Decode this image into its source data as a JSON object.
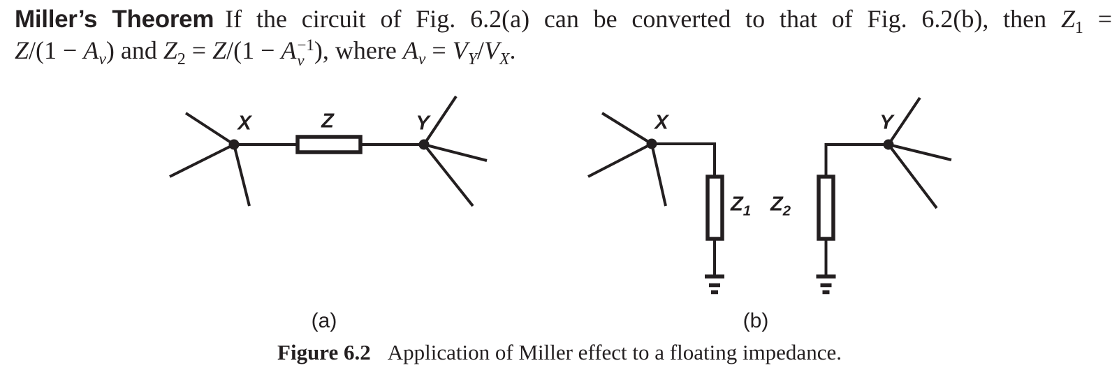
{
  "colors": {
    "ink": "#231f20",
    "background": "#ffffff"
  },
  "theorem": {
    "title": "Miller’s Theorem",
    "line1_body": "If the circuit of Fig. 6.2(a) can be converted to that of Fig. 6.2(b), then",
    "line1_z": "Z",
    "line1_z_sub": "1",
    "line1_eq": "=",
    "line2": {
      "z_a": "Z",
      "expr_a": "/(1 − ",
      "A_a": "A",
      "Asub_a": "v",
      "close_a": ") and ",
      "z2": "Z",
      "z2_sub": "2",
      "eq_a": " = ",
      "z_b": "Z",
      "expr_b": "/(1 − ",
      "A_b": "A",
      "sup_b": "−1",
      "sub_b": "v",
      "close_b": "), where ",
      "A_c": "A",
      "Asub_c": "v",
      "eq_b": " = ",
      "V_y": "V",
      "V_y_sub": "Y",
      "slash": "/",
      "V_x": "V",
      "V_x_sub": "X",
      "period": "."
    }
  },
  "figure": {
    "diagram_a": {
      "node_x": "X",
      "impedance": "Z",
      "node_y": "Y",
      "sublabel": "(a)"
    },
    "diagram_b": {
      "node_x": "X",
      "z1": {
        "base": "Z",
        "sub": "1"
      },
      "z2": {
        "base": "Z",
        "sub": "2"
      },
      "node_y": "Y",
      "sublabel": "(b)"
    },
    "caption": {
      "label": "Figure 6.2",
      "text": "Application of Miller effect to a floating impedance."
    }
  }
}
